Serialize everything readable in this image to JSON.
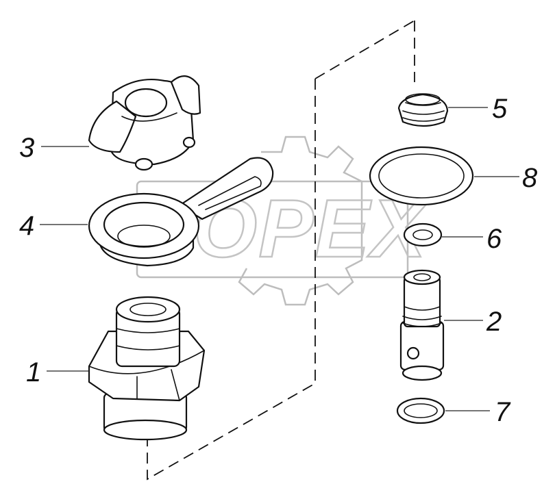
{
  "watermark": {
    "text": "OPEX"
  },
  "callouts": [
    {
      "id": "1",
      "label": "1"
    },
    {
      "id": "2",
      "label": "2"
    },
    {
      "id": "3",
      "label": "3"
    },
    {
      "id": "4",
      "label": "4"
    },
    {
      "id": "5",
      "label": "5"
    },
    {
      "id": "6",
      "label": "6"
    },
    {
      "id": "7",
      "label": "7"
    },
    {
      "id": "8",
      "label": "8"
    }
  ]
}
